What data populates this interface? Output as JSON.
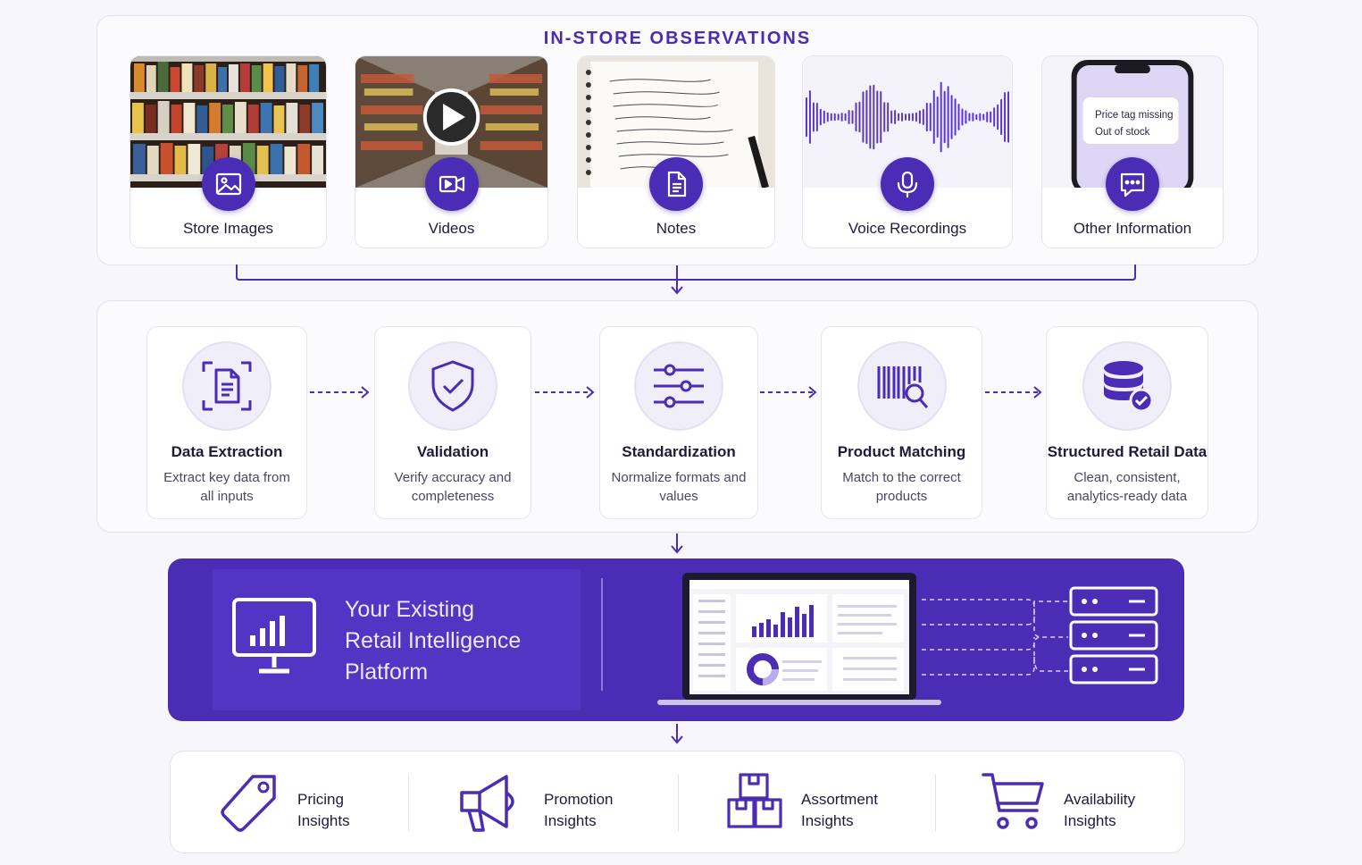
{
  "observations": {
    "title": "IN-STORE  OBSERVATIONS",
    "items": [
      {
        "label": "Store Images",
        "icon": "image-icon"
      },
      {
        "label": "Videos",
        "icon": "video-camera-icon"
      },
      {
        "label": "Notes",
        "icon": "document-icon"
      },
      {
        "label": "Voice Recordings",
        "icon": "microphone-icon"
      },
      {
        "label": "Other Information",
        "icon": "chat-bubble-icon"
      }
    ],
    "phone_bubble": {
      "line1": "Price tag missing",
      "line2": "Out of stock"
    }
  },
  "processing": {
    "steps": [
      {
        "title": "Data Extraction",
        "desc": "Extract key data from all inputs",
        "icon": "document-scan-icon"
      },
      {
        "title": "Validation",
        "desc": "Verify accuracy and completeness",
        "icon": "shield-check-icon"
      },
      {
        "title": "Standardization",
        "desc": "Normalize formats and values",
        "icon": "sliders-icon"
      },
      {
        "title": "Product Matching",
        "desc": "Match to the correct products",
        "icon": "barcode-search-icon"
      },
      {
        "title": "Structured Retail Data",
        "desc": "Clean, consistent, analytics-ready data",
        "icon": "database-check-icon"
      }
    ]
  },
  "platform": {
    "line1": "Your Existing",
    "line2": "Retail Intelligence",
    "line3": "Platform",
    "icon": "monitor-chart-icon"
  },
  "insights": [
    {
      "line1": "Pricing",
      "line2": "Insights",
      "icon": "price-tag-icon"
    },
    {
      "line1": "Promotion",
      "line2": "Insights",
      "icon": "megaphone-icon"
    },
    {
      "line1": "Assortment",
      "line2": "Insights",
      "icon": "boxes-icon"
    },
    {
      "line1": "Availability",
      "line2": "Insights",
      "icon": "shopping-cart-icon"
    }
  ],
  "colors": {
    "accent": "#4a2cb5",
    "panel": "#fbfbfe",
    "text": "#1e1b3a"
  }
}
